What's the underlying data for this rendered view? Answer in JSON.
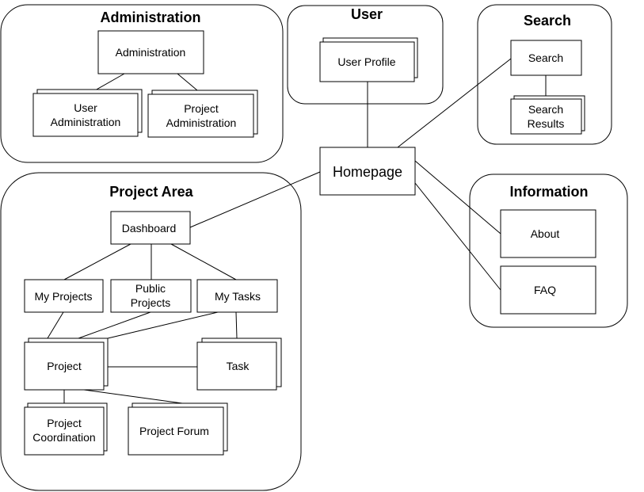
{
  "groups": {
    "administration": "Administration",
    "user": "User",
    "search": "Search",
    "project_area": "Project Area",
    "information": "Information"
  },
  "nodes": {
    "administration": "Administration",
    "user_admin": [
      "User",
      "Administration"
    ],
    "project_admin": [
      "Project",
      "Administration"
    ],
    "user_profile": "User Profile",
    "search": "Search",
    "search_results": [
      "Search",
      "Results"
    ],
    "homepage": "Homepage",
    "dashboard": "Dashboard",
    "my_projects": "My Projects",
    "public_projects": [
      "Public",
      "Projects"
    ],
    "my_tasks": "My Tasks",
    "project": "Project",
    "task": "Task",
    "project_coordination": [
      "Project",
      "Coordination"
    ],
    "project_forum": "Project Forum",
    "about": "About",
    "faq": "FAQ"
  }
}
